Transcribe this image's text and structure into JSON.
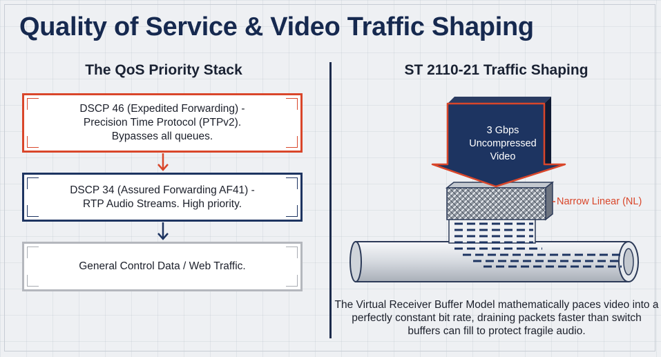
{
  "title": "Quality of Service & Video Traffic Shaping",
  "left_panel": {
    "heading": "The QoS Priority Stack",
    "boxes": [
      {
        "text": "DSCP 46 (Expedited Forwarding) -\nPrecision Time Protocol (PTPv2).\nBypasses all queues.",
        "color": "#d9462a"
      },
      {
        "text": "DSCP 34 (Assured Forwarding AF41) -\nRTP Audio Streams. High priority.",
        "color": "#1d3461"
      },
      {
        "text": "General Control Data / Web Traffic.",
        "color": "#b4b7bd"
      }
    ]
  },
  "right_panel": {
    "heading": "ST 2110-21 Traffic Shaping",
    "arrow_label": "3 Gbps\nUncompressed\nVideo",
    "shaper_label": "Narrow Linear (NL)",
    "caption": "The Virtual Receiver Buffer Model mathematically paces video into a perfectly constant bit rate, draining packets faster than switch buffers can fill to protect fragile audio."
  },
  "colors": {
    "accent_red": "#d9462a",
    "navy": "#1d3461",
    "gray": "#b4b7bd"
  }
}
